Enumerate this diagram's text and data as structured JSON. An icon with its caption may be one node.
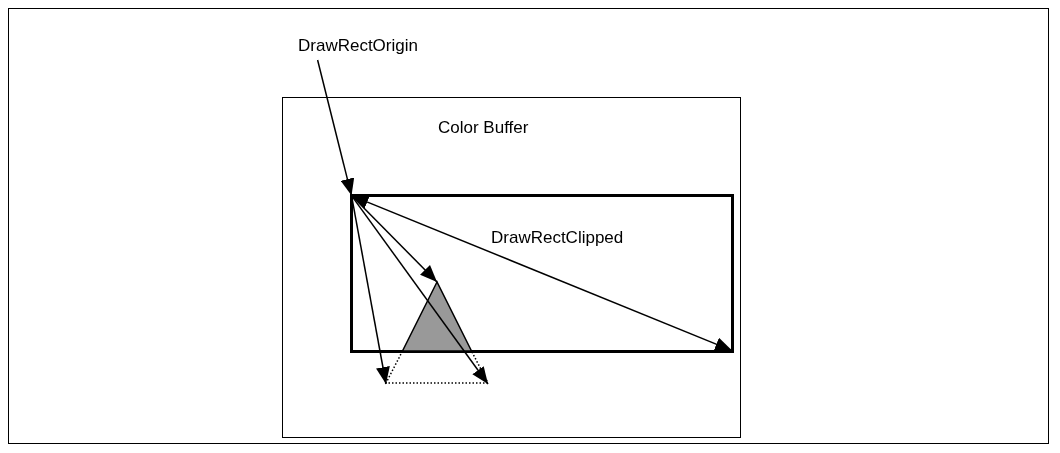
{
  "diagram": {
    "nodes": [
      {
        "text": [
          "DrawRectOrigin"
        ]
      },
      {
        "text": [
          "Color Buffer"
        ]
      },
      {
        "text": [
          "DrawRectClipped"
        ],
        "in": 1
      },
      {
        "text": [],
        "shape": "triangle",
        "in": 1
      }
    ],
    "edges": [
      {
        "from": 0,
        "to": 2,
        "arrow": "to"
      },
      {
        "from": 2,
        "to": 2,
        "arrow": "both"
      },
      {
        "from": 2,
        "to": 3,
        "arrow": "to"
      },
      {
        "from": 2,
        "to": 3,
        "arrow": "to"
      },
      {
        "from": 2,
        "to": 3,
        "arrow": "to"
      }
    ]
  }
}
